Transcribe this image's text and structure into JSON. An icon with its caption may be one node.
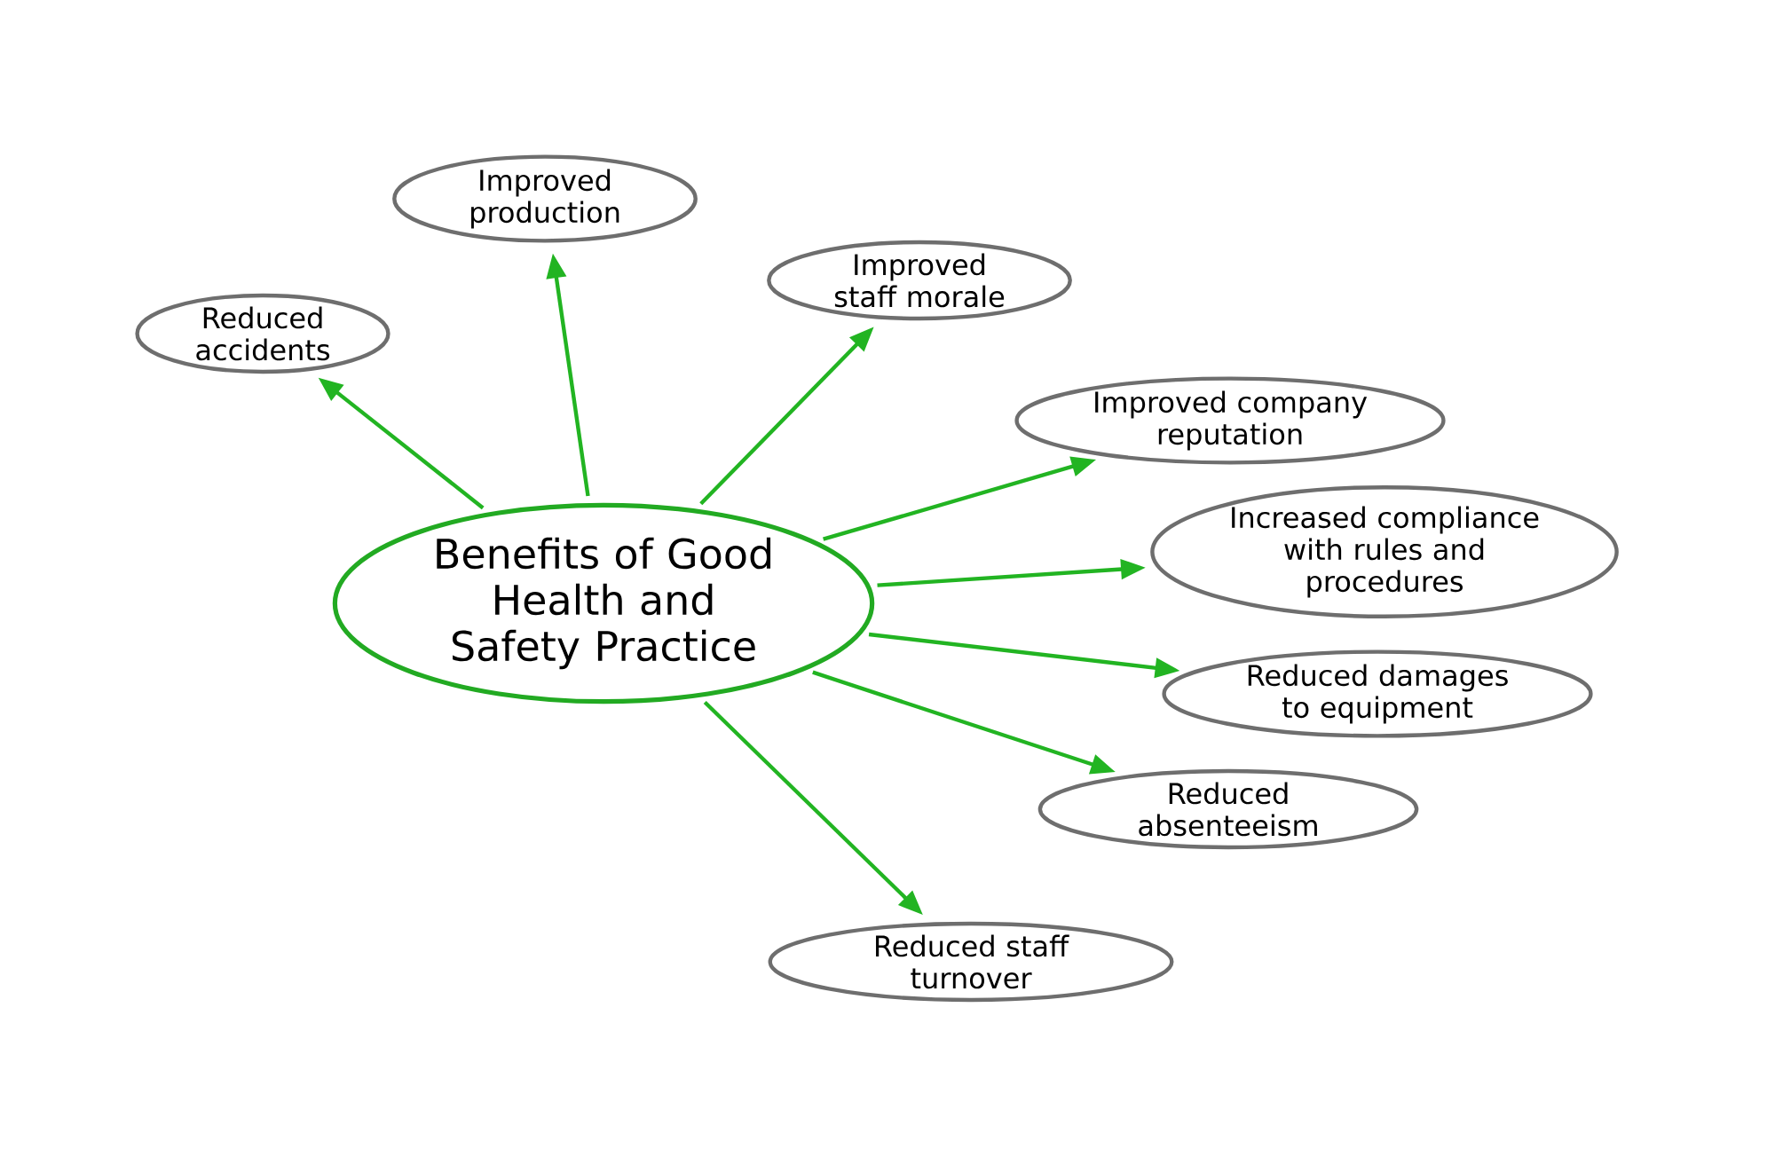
{
  "diagram": {
    "nodes": [
      {
        "text": [
          "Benefits of Good Health and Safety Practice"
        ]
      },
      {
        "text": [
          "Reduced accidents"
        ]
      },
      {
        "text": [
          "Improved production"
        ]
      },
      {
        "text": [
          "Improved staff morale"
        ]
      },
      {
        "text": [
          "Improved company reputation"
        ]
      },
      {
        "text": [
          "Increased compliance with rules and procedures"
        ]
      },
      {
        "text": [
          "Reduced damages to equipment"
        ]
      },
      {
        "text": [
          "Reduced absenteeism"
        ]
      },
      {
        "text": [
          "Reduced staff turnover"
        ]
      }
    ],
    "edges": [
      {
        "from": 0,
        "to": 1,
        "arrow": "to"
      },
      {
        "from": 0,
        "to": 2,
        "arrow": "to"
      },
      {
        "from": 0,
        "to": 3,
        "arrow": "to"
      },
      {
        "from": 0,
        "to": 4,
        "arrow": "to"
      },
      {
        "from": 0,
        "to": 5,
        "arrow": "to"
      },
      {
        "from": 0,
        "to": 6,
        "arrow": "to"
      },
      {
        "from": 0,
        "to": 7,
        "arrow": "to"
      },
      {
        "from": 0,
        "to": 8,
        "arrow": "to"
      }
    ]
  }
}
